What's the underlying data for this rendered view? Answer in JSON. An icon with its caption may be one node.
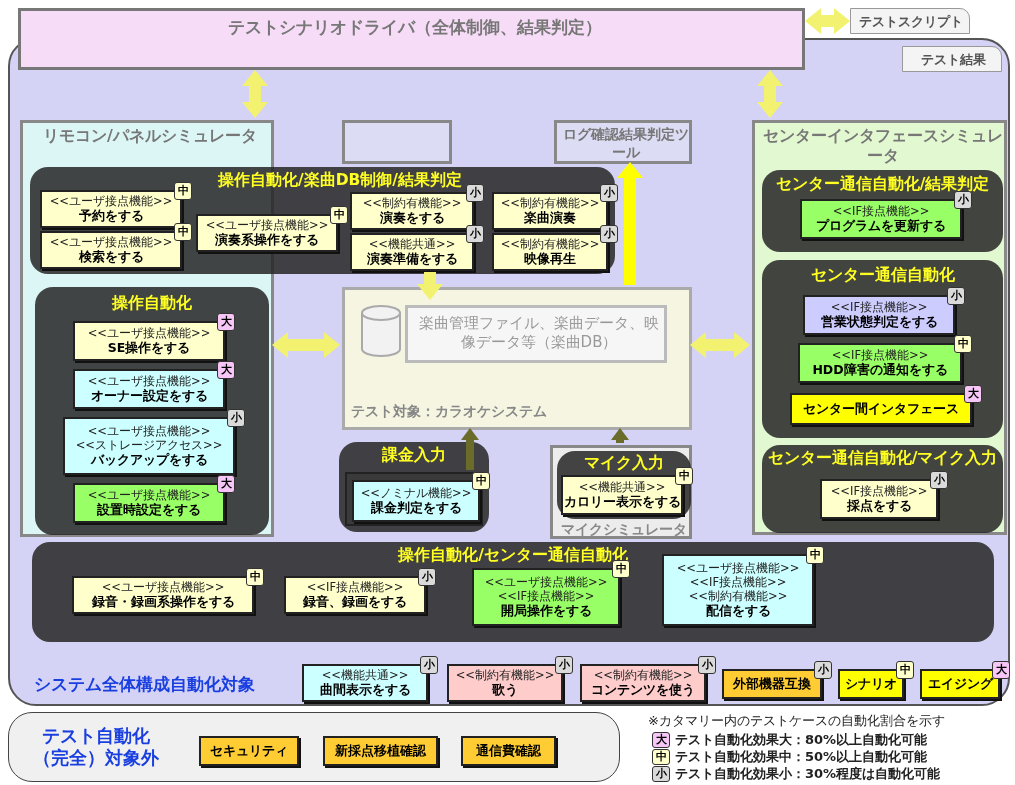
{
  "diagram": {
    "nodes": [
      {
        "text": [
          "テストシナリオドライバ（全体制御、結果判定）"
        ]
      },
      {
        "text": [
          "テストスクリプト"
        ]
      },
      {
        "text": [
          "テスト結果"
        ],
        "in": 3
      },
      {
        "text": [
          "システム全体構成自動化対象"
        ]
      },
      {
        "text": [
          "リモコン/パネルシミュレータ"
        ],
        "in": 3
      },
      {
        "text": [],
        "shape": "box",
        "in": 3
      },
      {
        "text": [
          "ログ確認結果判定ツール"
        ],
        "in": 3
      },
      {
        "text": [
          "センターインタフェースシミュレータ"
        ],
        "in": 3
      },
      {
        "text": [
          "テスト対象：カラオケシステム"
        ],
        "in": 3
      },
      {
        "text": [],
        "shape": "cylinder",
        "in": 8
      },
      {
        "text": [
          "楽曲管理ファイル、楽曲データ、映像データ等（楽曲DB）"
        ],
        "in": 8
      },
      {
        "text": [
          "マイクシミュレータ"
        ],
        "in": 3
      },
      {
        "text": [
          "操作自動化/楽曲DB制御/結果判定"
        ],
        "in": 3
      },
      {
        "text": [
          "<<ユーザ接点機能>>",
          "予約をする"
        ],
        "beside": [
          "中"
        ]
      },
      {
        "text": [
          "<<ユーザ接点機能>>",
          "検索をする"
        ],
        "beside": [
          "中"
        ]
      },
      {
        "text": [
          "<<ユーザ接点機能>>",
          "演奏系操作をする"
        ],
        "in": 12,
        "beside": [
          "中"
        ]
      },
      {
        "text": [
          "<<制約有機能>>",
          "演奏をする"
        ],
        "in": 12,
        "beside": [
          "小"
        ]
      },
      {
        "text": [
          "<<機能共通>>",
          "演奏準備をする"
        ],
        "in": 12,
        "beside": [
          "小"
        ]
      },
      {
        "text": [
          "<<制約有機能>>",
          "楽曲演奏"
        ],
        "in": 12,
        "beside": [
          "小"
        ]
      },
      {
        "text": [
          "<<制約有機能>>",
          "映像再生"
        ],
        "in": 12,
        "beside": [
          "小"
        ]
      },
      {
        "text": [
          "操作自動化"
        ],
        "in": 4
      },
      {
        "text": [
          "<<ユーザ接点機能>>",
          "SE操作をする"
        ],
        "in": 20,
        "beside": [
          "大"
        ]
      },
      {
        "text": [
          "<<ユーザ接点機能>>",
          "オーナー設定をする"
        ],
        "in": 20,
        "beside": [
          "大"
        ]
      },
      {
        "text": [
          "<<ユーザ接点機能>>",
          "<<ストレージアクセス>>",
          "バックアップをする"
        ],
        "in": 20,
        "beside": [
          "小"
        ]
      },
      {
        "text": [
          "<<ユーザ接点機能>>",
          "設置時設定をする"
        ],
        "in": 20,
        "beside": [
          "大"
        ]
      },
      {
        "text": [
          "課金入力"
        ],
        "in": 3
      },
      {
        "text": [],
        "shape": "box",
        "in": 25
      },
      {
        "text": [
          "<<ノミナル機能>>",
          "課金判定をする"
        ],
        "in": 26,
        "beside": [
          "中"
        ]
      },
      {
        "text": [
          "マイク入力"
        ],
        "in": 11
      },
      {
        "text": [
          "<<機能共通>>",
          "カロリー表示をする"
        ],
        "in": 28,
        "beside": [
          "中"
        ]
      },
      {
        "text": [
          "センター通信自動化/結果判定"
        ],
        "in": 7
      },
      {
        "text": [
          "<<IF接点機能>>",
          "プログラムを更新する"
        ],
        "in": 30,
        "beside": [
          "小"
        ]
      },
      {
        "text": [
          "センター通信自動化"
        ],
        "in": 7
      },
      {
        "text": [
          "<<IF接点機能>>",
          "営業状態判定をする"
        ],
        "in": 32,
        "beside": [
          "小"
        ]
      },
      {
        "text": [
          "<<IF接点機能>>",
          "HDD障害の通知をする"
        ],
        "in": 32,
        "beside": [
          "中"
        ]
      },
      {
        "text": [
          "センター間インタフェース"
        ],
        "in": 32,
        "beside": [
          "大"
        ]
      },
      {
        "text": [
          "センター通信自動化/マイク入力"
        ],
        "in": 7
      },
      {
        "text": [
          "<<IF接点機能>>",
          "採点をする"
        ],
        "in": 36,
        "beside": [
          "小"
        ]
      },
      {
        "text": [
          "操作自動化/センター通信自動化"
        ],
        "in": 3
      },
      {
        "text": [
          "<<ユーザ接点機能>>",
          "録音・録画系操作をする"
        ],
        "in": 38,
        "beside": [
          "中"
        ]
      },
      {
        "text": [
          "<<IF接点機能>>",
          "録音、録画をする"
        ],
        "in": 38,
        "beside": [
          "小"
        ]
      },
      {
        "text": [
          "<<ユーザ接点機能>>",
          "<<IF接点機能>>",
          "開局操作をする"
        ],
        "in": 38,
        "beside": [
          "中"
        ]
      },
      {
        "text": [
          "<<ユーザ接点機能>>",
          "<<IF接点機能>>",
          "<<制約有機能>>",
          "配信をする"
        ],
        "in": 38,
        "beside": [
          "中"
        ]
      },
      {
        "text": [
          "<<機能共通>>",
          "曲間表示をする"
        ],
        "in": 3,
        "beside": [
          "小"
        ]
      },
      {
        "text": [
          "<<制約有機能>>",
          "歌う"
        ],
        "in": 3,
        "beside": [
          "小"
        ]
      },
      {
        "text": [
          "<<制約有機能>>",
          "コンテンツを使う"
        ],
        "in": 3,
        "beside": [
          "小"
        ]
      },
      {
        "text": [
          "外部機器互換"
        ],
        "in": 3,
        "beside": [
          "小"
        ]
      },
      {
        "text": [
          "シナリオ"
        ],
        "in": 3,
        "beside": [
          "中"
        ]
      },
      {
        "text": [
          "エイジング"
        ],
        "in": 3,
        "beside": [
          "大"
        ]
      },
      {
        "text": [
          "テスト自動化（完全）対象外"
        ]
      },
      {
        "text": [
          "セキュリティ"
        ],
        "in": 49
      },
      {
        "text": [
          "新採点移植確認"
        ],
        "in": 49
      },
      {
        "text": [
          "通信費確認"
        ],
        "in": 49
      },
      {
        "text": [
          "大"
        ],
        "beside": [
          "テスト自動化効果大：80%以上自動化可能"
        ]
      },
      {
        "text": [
          "中"
        ],
        "beside": [
          "テスト自動化効果中：50%以上自動化可能"
        ]
      },
      {
        "text": [
          "小"
        ],
        "beside": [
          "テスト自動化効果小：30%程度は自動化可能"
        ]
      }
    ],
    "edges": [
      {
        "from": 0,
        "to": 4,
        "arrow": "both"
      },
      {
        "from": 0,
        "to": 7,
        "arrow": "both"
      },
      {
        "from": 0,
        "to": 1,
        "arrow": "both"
      },
      {
        "from": 4,
        "to": 8,
        "arrow": "both"
      },
      {
        "from": 8,
        "to": 7,
        "arrow": "both"
      },
      {
        "from": 12,
        "to": 10,
        "arrow": "to"
      },
      {
        "from": 8,
        "to": 6,
        "arrow": "to",
        "color": "#ffff00"
      },
      {
        "from": 26,
        "to": 8,
        "arrow": "to",
        "color": "#6b6b2a"
      },
      {
        "from": 11,
        "to": 8,
        "arrow": "to",
        "color": "#6b6b2a"
      }
    ],
    "labels": [
      "※カタマリー内のテストケースの自動化割合を示す"
    ]
  }
}
